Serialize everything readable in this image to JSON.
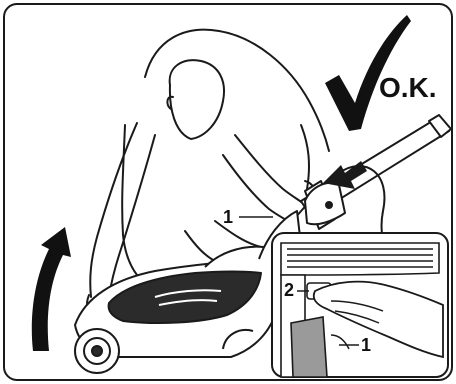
{
  "illustration": {
    "ok_label": "O.K.",
    "callouts": {
      "main_part_number": "1",
      "inset_part_number_1": "1",
      "inset_part_number_2": "2"
    },
    "colors": {
      "line": "#1a1a1a",
      "background": "#ffffff",
      "dark_fill": "#2b2b2b",
      "grey_fill": "#9a9a9a"
    },
    "icons": [
      "checkmark-icon",
      "curved-arrow-up-icon",
      "direction-arrow-icon"
    ]
  }
}
